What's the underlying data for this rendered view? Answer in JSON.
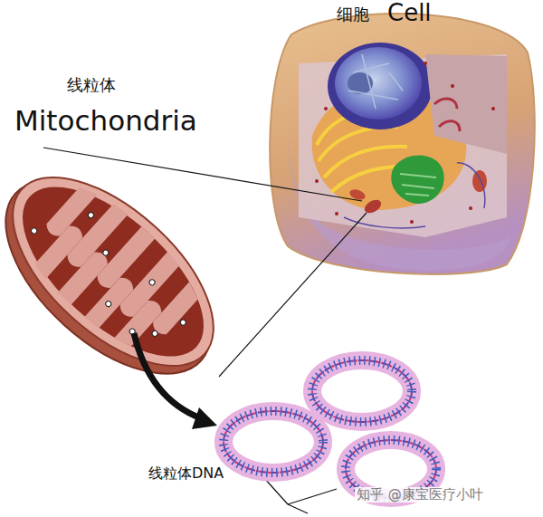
{
  "diagram": {
    "labels": [
      "细胞",
      "Cell",
      "线粒体",
      "Mitochondria",
      "线粒体DNA",
      "知乎 @康宝医疗小叶"
    ]
  }
}
